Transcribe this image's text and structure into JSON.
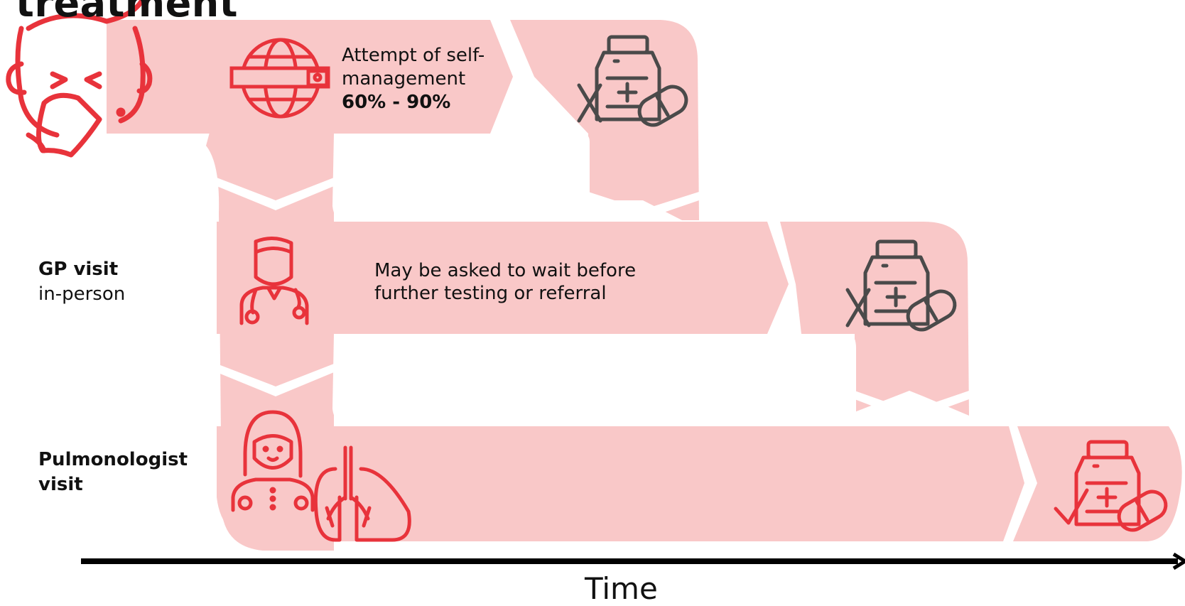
{
  "title": "treatment",
  "stages": [
    {
      "id": "self",
      "icons": [
        "patient-coughing-icon",
        "web-search-globe-icon",
        "medication-failed-icon"
      ],
      "text_lines": [
        "Attempt of self-",
        "management"
      ],
      "percentage": "60% - 90%"
    },
    {
      "id": "gp",
      "label_bold": "GP visit",
      "label_normal": "in-person",
      "icons": [
        "doctor-icon",
        "medication-failed-icon"
      ],
      "note_lines": [
        "May be asked to wait before",
        "further testing or referral"
      ]
    },
    {
      "id": "pulmo",
      "label_lines": [
        "Pulmonologist",
        "visit"
      ],
      "icons": [
        "female-doctor-icon",
        "lungs-icon",
        "medication-success-icon"
      ]
    }
  ],
  "axis": {
    "label": "Time"
  },
  "colors": {
    "band": "#f9c8c8",
    "accent_red": "#e8333b",
    "icon_gray": "#4a4a4a",
    "axis": "#000000"
  }
}
